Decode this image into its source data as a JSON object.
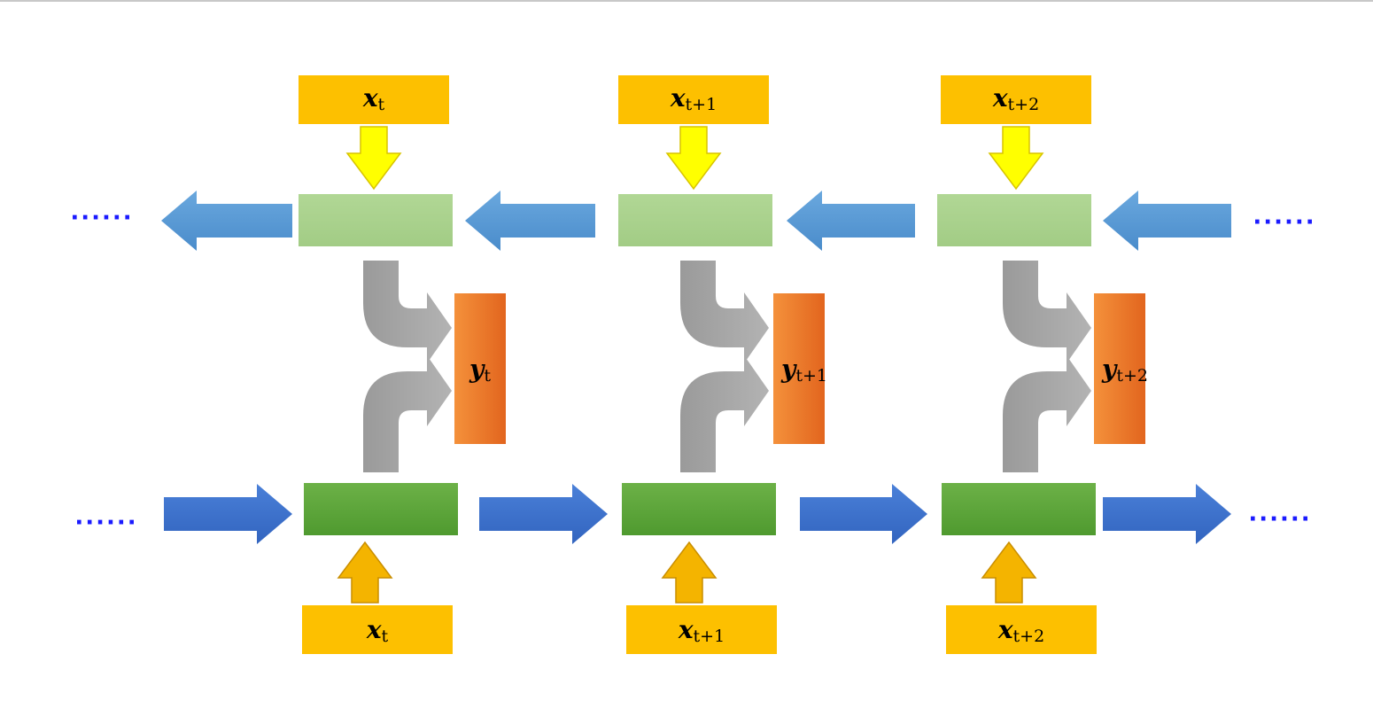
{
  "colors": {
    "input_fill": "#fdc000",
    "input_arrow_top": "#ffff00",
    "input_arrow_bottom": "#f4b400",
    "backward_cell": "#a9d18e",
    "forward_cell": "#5aa137",
    "backward_arrow": "#5b9bd5",
    "forward_arrow": "#3a6fcc",
    "merge_arrow": "#a6a6a6",
    "output_cell": "#e8702a",
    "ellipsis": "#1a1aff"
  },
  "ellipsis": "......",
  "steps": [
    {
      "top_input": {
        "base": "x",
        "sub": "t"
      },
      "bottom_input": {
        "base": "x",
        "sub": "t"
      },
      "output": {
        "base": "y",
        "sub": "t"
      }
    },
    {
      "top_input": {
        "base": "x",
        "sub": "t+1"
      },
      "bottom_input": {
        "base": "x",
        "sub": "t+1"
      },
      "output": {
        "base": "y",
        "sub": "t+1"
      }
    },
    {
      "top_input": {
        "base": "x",
        "sub": "t+2"
      },
      "bottom_input": {
        "base": "x",
        "sub": "t+2"
      },
      "output": {
        "base": "y",
        "sub": "t+2"
      }
    }
  ],
  "icons": {
    "backward_arrow": "arrow-left-icon",
    "forward_arrow": "arrow-right-icon",
    "input_down": "arrow-down-icon",
    "input_up": "arrow-up-icon",
    "merge_down": "bent-arrow-down-right-icon",
    "merge_up": "bent-arrow-up-right-icon"
  }
}
